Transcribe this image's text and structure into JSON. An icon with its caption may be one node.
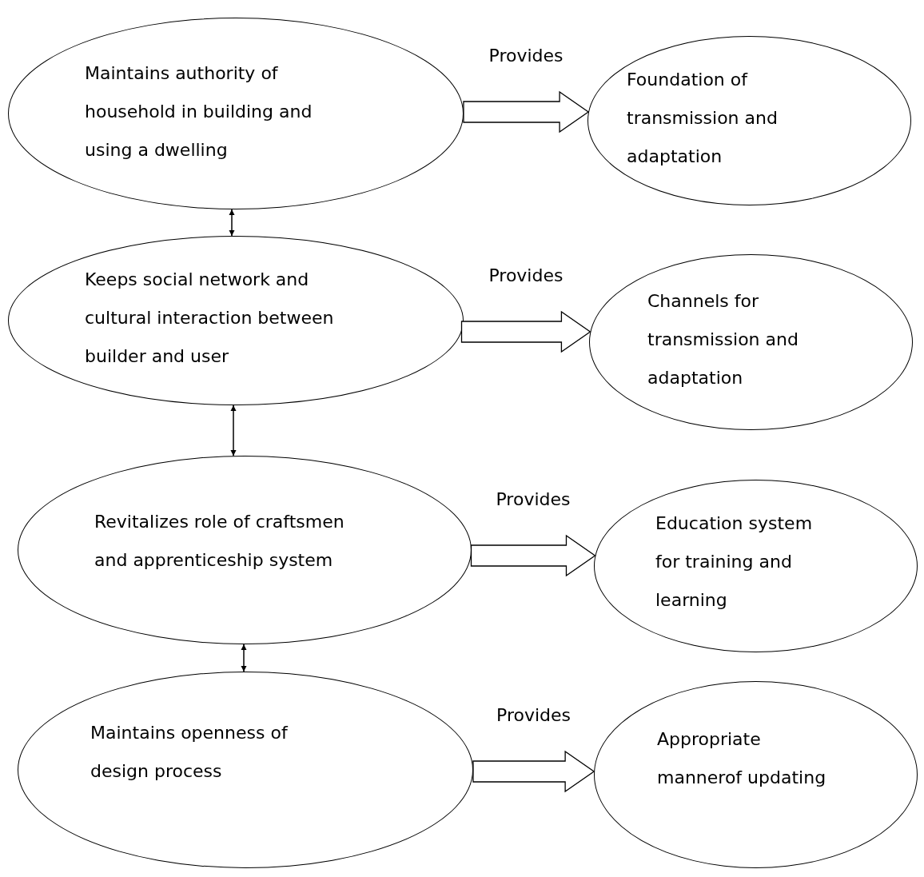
{
  "diagram": {
    "nodes": [
      {
        "text": [
          "Maintains authority of household in building and using a dwelling"
        ]
      },
      {
        "text": [
          "Foundation of transmission and adaptation"
        ]
      },
      {
        "text": [
          "Keeps social network and cultural interaction between builder and user"
        ]
      },
      {
        "text": [
          "Channels for transmission and adaptation"
        ]
      },
      {
        "text": [
          "Revitalizes role of craftsmen and apprenticeship system"
        ]
      },
      {
        "text": [
          "Education system for training and learning"
        ]
      },
      {
        "text": [
          "Maintains openness of design process"
        ]
      },
      {
        "text": [
          "Appropriate mannerof updating"
        ]
      }
    ],
    "edges": [
      {
        "from": 0,
        "to": 1,
        "arrow": "to",
        "label": "Provides",
        "style": "thick"
      },
      {
        "from": 0,
        "to": 2,
        "arrow": "both"
      },
      {
        "from": 2,
        "to": 3,
        "arrow": "to",
        "label": "Provides",
        "style": "thick"
      },
      {
        "from": 2,
        "to": 4,
        "arrow": "both"
      },
      {
        "from": 4,
        "to": 5,
        "arrow": "to",
        "label": "Provides",
        "style": "thick"
      },
      {
        "from": 4,
        "to": 6,
        "arrow": "both"
      },
      {
        "from": 6,
        "to": 7,
        "arrow": "to",
        "label": "Provides",
        "style": "thick"
      }
    ]
  }
}
